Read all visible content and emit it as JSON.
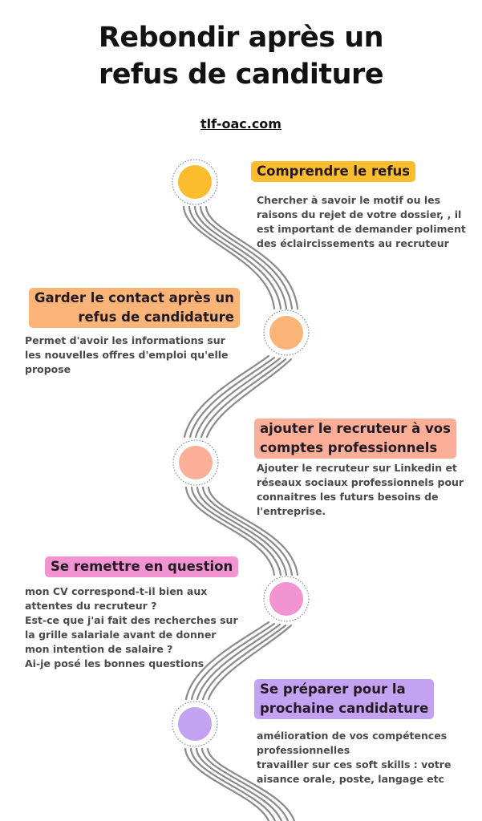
{
  "header": {
    "title_line1": "Rebondir après un",
    "title_line2": "refus de canditure",
    "site": "tlf-oac.com"
  },
  "colors": {
    "step1": "#fbbc2e",
    "step2": "#fbb478",
    "step3": "#fbae98",
    "step4": "#f394d2",
    "step5": "#c4a2f2",
    "line": "#8a8a8a",
    "dots": "#7e8aa8"
  },
  "steps": [
    {
      "title_lines": [
        "Comprendre le refus"
      ],
      "text_lines": [
        "Chercher à savoir le motif ou les",
        "raisons du rejet de votre dossier, , il",
        "est important de demander poliment",
        "des éclaircissements au recruteur"
      ]
    },
    {
      "title_lines": [
        "Garder le contact après un",
        "refus de candidature"
      ],
      "text_lines": [
        "Permet d'avoir les informations sur",
        "les nouvelles offres d'emploi qu'elle",
        "propose"
      ]
    },
    {
      "title_lines": [
        "ajouter le recruteur à vos",
        "comptes professionnels"
      ],
      "text_lines": [
        "Ajouter le recruteur sur Linkedin et",
        "réseaux sociaux professionnels pour",
        "connaitres les futurs besoins de",
        "l'entreprise."
      ]
    },
    {
      "title_lines": [
        "Se remettre en question"
      ],
      "text_lines": [
        "mon CV correspond-t-il bien aux",
        "attentes du recruteur ?",
        "Est-ce que j'ai fait des recherches sur",
        "la grille salariale avant de donner",
        "mon intention de salaire ?",
        "Ai-je posé les bonnes questions"
      ]
    },
    {
      "title_lines": [
        "Se préparer pour la",
        "prochaine candidature"
      ],
      "text_lines": [
        "amélioration de vos compétences",
        "professionnelles",
        "travailler sur ces soft skills : votre",
        "aisance orale, poste, langage etc"
      ]
    }
  ]
}
